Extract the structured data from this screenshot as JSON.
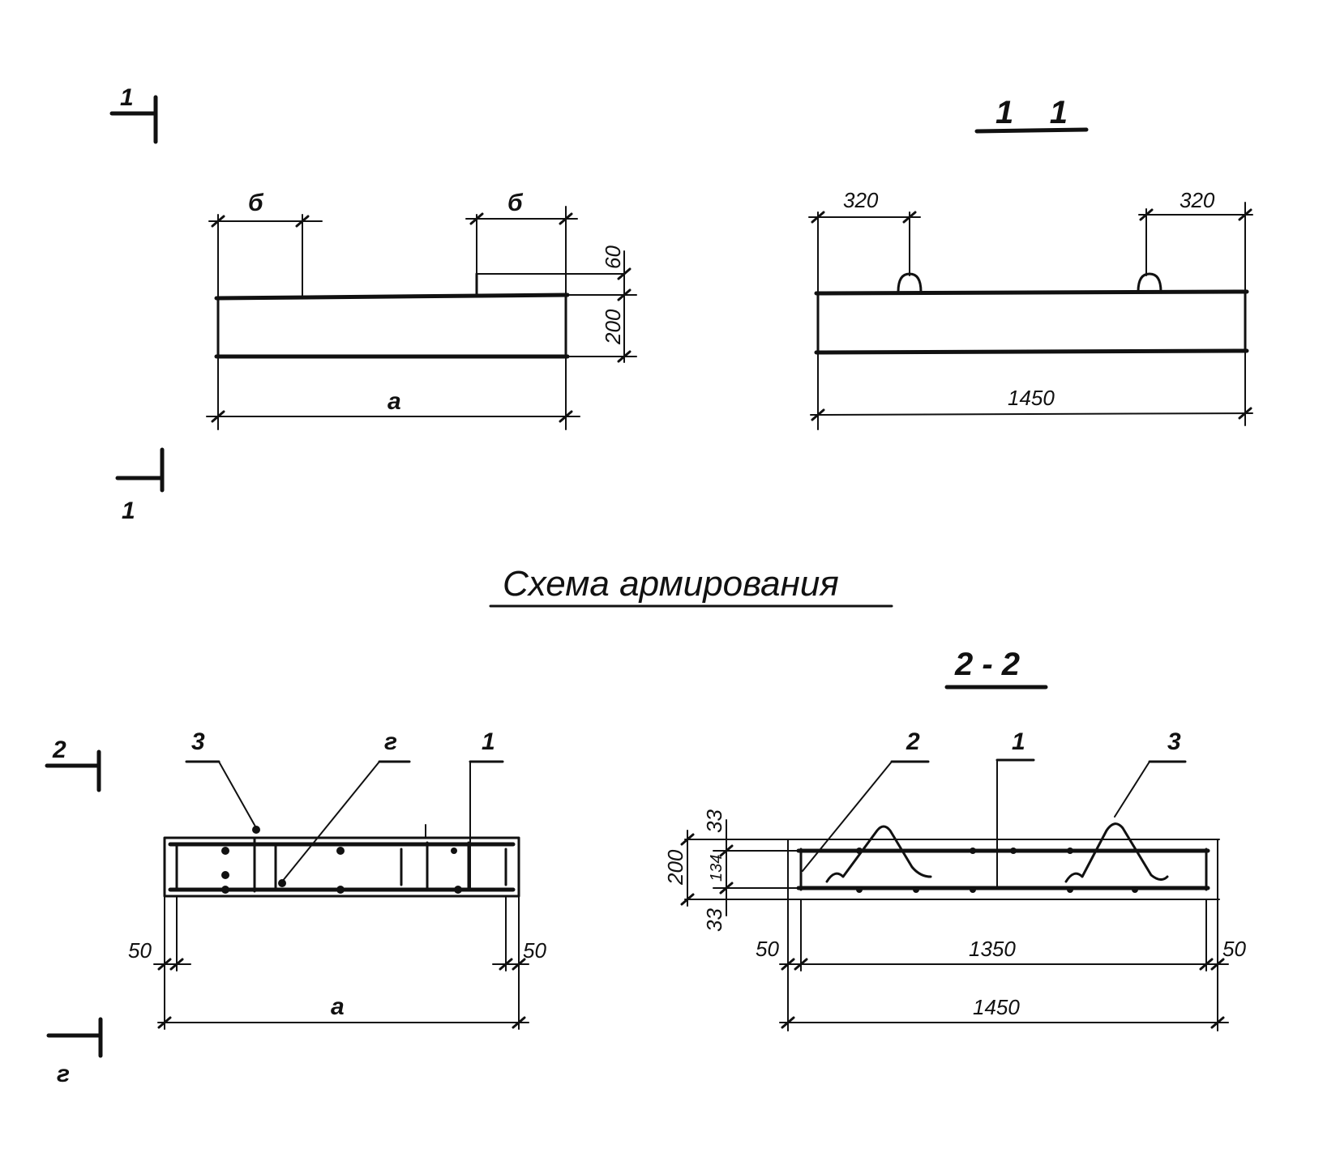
{
  "section_marks": {
    "cut_1": "1",
    "cut_2": "2",
    "cut_2_bottom": "г",
    "view_1_1": "1    1",
    "view_2_2": "2 - 2"
  },
  "title": "Схема армирования",
  "top_left": {
    "dim_b_left": "б",
    "dim_b_right": "б",
    "dim_60": "60",
    "dim_200": "200",
    "dim_a": "a"
  },
  "top_right": {
    "dim_320_left": "320",
    "dim_320_right": "320",
    "dim_1450": "1450"
  },
  "bottom_left": {
    "pos_3": "3",
    "pos_2": "г",
    "pos_1": "1",
    "dim_50_left": "50",
    "dim_50_right": "50",
    "dim_a": "a"
  },
  "bottom_right": {
    "pos_2": "2",
    "pos_1": "1",
    "pos_3": "3",
    "dim_33_top": "33",
    "dim_200": "200",
    "dim_134": "134",
    "dim_33_bottom": "33",
    "dim_50_left": "50",
    "dim_1350": "1350",
    "dim_50_right": "50",
    "dim_1450": "1450"
  }
}
